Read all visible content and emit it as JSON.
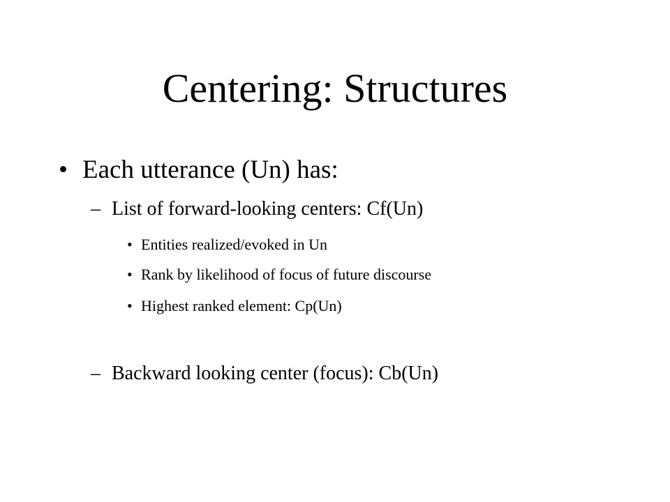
{
  "slide": {
    "title": "Centering: Structures",
    "bullet_char": "•",
    "dash_char": "–",
    "level1": {
      "text": "Each utterance (Un) has:"
    },
    "level2": [
      {
        "text": "List of forward-looking centers: Cf(Un)"
      },
      {
        "text": "Backward looking center (focus): Cb(Un)"
      }
    ],
    "level3": [
      {
        "text": "Entities realized/evoked in Un"
      },
      {
        "text": "Rank by likelihood of focus of future discourse"
      },
      {
        "text": "Highest ranked element: Cp(Un)"
      }
    ]
  }
}
